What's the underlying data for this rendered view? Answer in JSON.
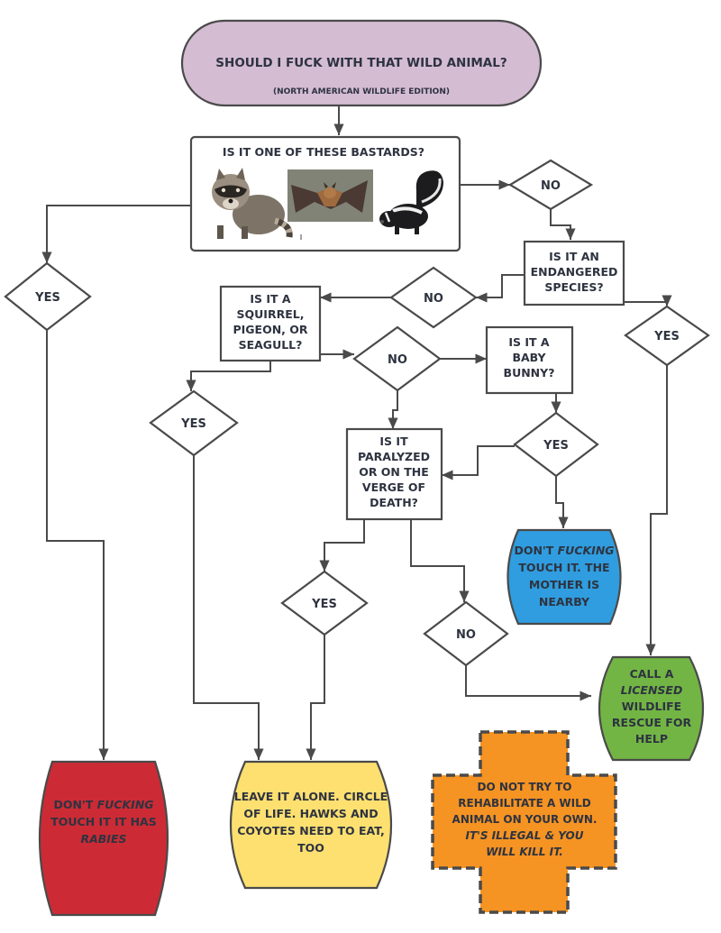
{
  "title": {
    "line1": "SHOULD I FUCK WITH THAT WILD ANIMAL?",
    "line2": "(NORTH AMERICAN WILDLIFE EDITION)"
  },
  "q_bastards": {
    "text": "IS IT ONE OF THESE BASTARDS?"
  },
  "animals": [
    "raccoon",
    "bat",
    "skunk"
  ],
  "q_endangered": {
    "line1": "IS IT AN",
    "line2": "ENDANGERED",
    "line3": "SPECIES?"
  },
  "q_squirrel": {
    "line1": "IS IT A",
    "line2": "SQUIRREL,",
    "line3": "PIGEON, OR",
    "line4": "SEAGULL?"
  },
  "q_bunny": {
    "line1": "IS IT A",
    "line2": "BABY",
    "line3": "BUNNY?"
  },
  "q_paralyzed": {
    "line1": "IS IT",
    "line2": "PARALYZED",
    "line3": "OR ON THE",
    "line4": "VERGE OF",
    "line5": "DEATH?"
  },
  "decisions": {
    "no1": "NO",
    "yes1": "YES",
    "no2": "NO",
    "yes2": "YES",
    "no3": "NO",
    "yes3": "YES",
    "yes4": "YES",
    "yes5": "YES",
    "no4": "NO"
  },
  "out_rabies": {
    "line1a": "DON'T ",
    "line1b": "FUCKING",
    "line2": "TOUCH IT IT HAS",
    "line3": "RABIES"
  },
  "out_leave": {
    "line1": "LEAVE IT ALONE. CIRCLE",
    "line2": "OF LIFE. HAWKS AND",
    "line3": "COYOTES NEED TO EAT,",
    "line4": "TOO"
  },
  "out_mother": {
    "line1a": "DON'T ",
    "line1b": "FUCKING",
    "line2": "TOUCH IT. THE",
    "line3": "MOTHER IS",
    "line4": "NEARBY"
  },
  "out_rescue": {
    "line1": "CALL A",
    "line2": "LICENSED",
    "line3": "WILDLIFE",
    "line4": "RESCUE FOR",
    "line5": "HELP"
  },
  "out_warning": {
    "line1": "DO NOT TRY TO",
    "line2": "REHABILITATE A WILD",
    "line3": "ANIMAL ON YOUR OWN.",
    "line4": "IT'S ILLEGAL & YOU",
    "line5": "WILL KILL IT."
  },
  "colors": {
    "title_fill": "#d4bcd3",
    "rabies_fill": "#cc2b35",
    "leave_fill": "#fde070",
    "mother_fill": "#2f9ddf",
    "rescue_fill": "#72b544",
    "warning_fill": "#f59323",
    "stroke": "#4a4a4a",
    "text": "#2e3340"
  }
}
